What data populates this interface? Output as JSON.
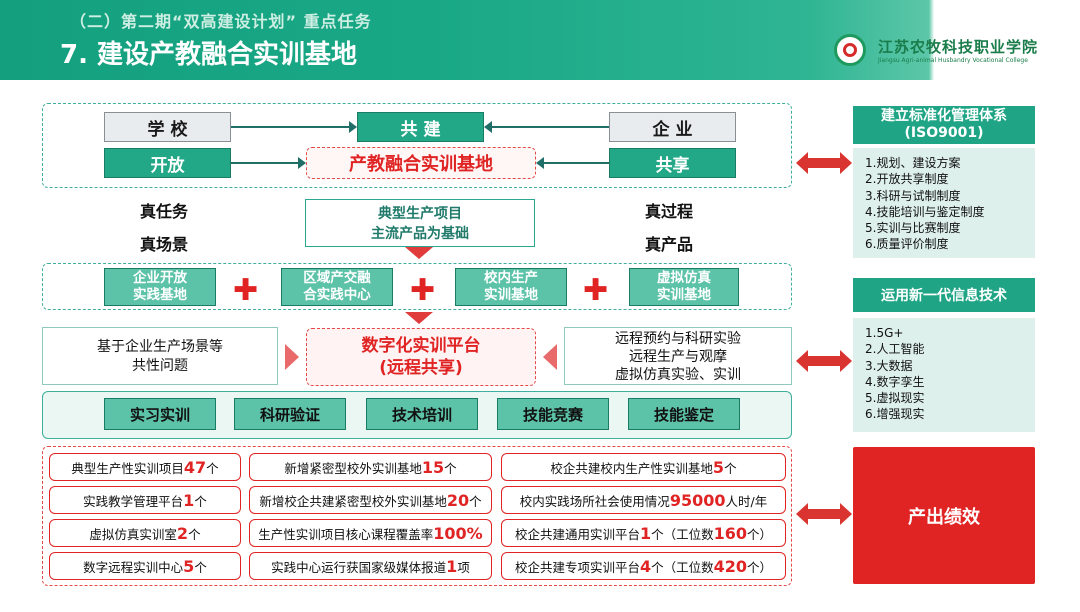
{
  "header": {
    "subtitle": "（二）第二期“双高建设计划” 重点任务",
    "title": "7. 建设产教融合实训基地",
    "college_cn": "江苏农牧科技职业学院",
    "college_en": "Jiangsu Agri-animal Husbandry Vocational College"
  },
  "top": {
    "school": "学 校",
    "co_build": "共 建",
    "enterprise": "企 业",
    "open": "开放",
    "base": "产教融合实训基地",
    "share": "共享"
  },
  "reals": {
    "task": "真任务",
    "process": "真过程",
    "scene": "真场景",
    "product": "真产品",
    "foundation_line1": "典型生产项目",
    "foundation_line2": "主流产品为基础"
  },
  "bases": [
    {
      "l1": "企业开放",
      "l2": "实践基地"
    },
    {
      "l1": "区域产交融",
      "l2": "合实践中心"
    },
    {
      "l1": "校内生产",
      "l2": "实训基地"
    },
    {
      "l1": "虚拟仿真",
      "l2": "实训基地"
    }
  ],
  "platform": {
    "left_l1": "基于企业生产场景等",
    "left_l2": "共性问题",
    "center_l1": "数字化实训平台",
    "center_l2": "(远程共享)",
    "right_l1": "远程预约与科研实验",
    "right_l2": "远程生产与观摩",
    "right_l3": "虚拟仿真实验、实训"
  },
  "functions": [
    "实习实训",
    "科研验证",
    "技术培训",
    "技能竞赛",
    "技能鉴定"
  ],
  "right": {
    "std_title_l1": "建立标准化管理体系",
    "std_title_l2": "(ISO9001)",
    "std_items": [
      "1.规划、建设方案",
      "2.开放共享制度",
      "3.科研与试制制度",
      "4.技能培训与鉴定制度",
      "5.实训与比赛制度",
      "6.质量评价制度"
    ],
    "tech_title": "运用新一代信息技术",
    "tech_items": [
      "1.5G+",
      "2.人工智能",
      "3.大数据",
      "4.数字孪生",
      "5.虚拟现实",
      "6.增强现实"
    ],
    "output": "产出绩效"
  },
  "metrics": [
    {
      "pre": "典型生产性实训项目",
      "num": "47",
      "post": "个"
    },
    {
      "pre": "新增紧密型校外实训基地",
      "num": "15",
      "post": "个"
    },
    {
      "pre": "校企共建校内生产性实训基地",
      "num": "5",
      "post": "个"
    },
    {
      "pre": "实践教学管理平台",
      "num": "1",
      "post": "个"
    },
    {
      "pre": "新增校企共建紧密型校外实训基地",
      "num": "20",
      "post": "个"
    },
    {
      "pre": "校内实践场所社会使用情况",
      "num": "95000",
      "post": "人时/年"
    },
    {
      "pre": "虚拟仿真实训室",
      "num": "2",
      "post": "个"
    },
    {
      "pre": "生产性实训项目核心课程覆盖率",
      "num": "100%",
      "post": ""
    },
    {
      "pre": "校企共建通用实训平台",
      "num": "1",
      "post": "个（工位数",
      "num2": "160",
      "post2": "个）"
    },
    {
      "pre": "数字远程实训中心",
      "num": "5",
      "post": "个"
    },
    {
      "pre": "实践中心运行获国家级媒体报道",
      "num": "1",
      "post": "项"
    },
    {
      "pre": "校企共建专项实训平台",
      "num": "4",
      "post": "个（工位数",
      "num2": "420",
      "post2": "个）"
    }
  ],
  "colors": {
    "primary": "#1fa585",
    "accent_red": "#e02424"
  }
}
